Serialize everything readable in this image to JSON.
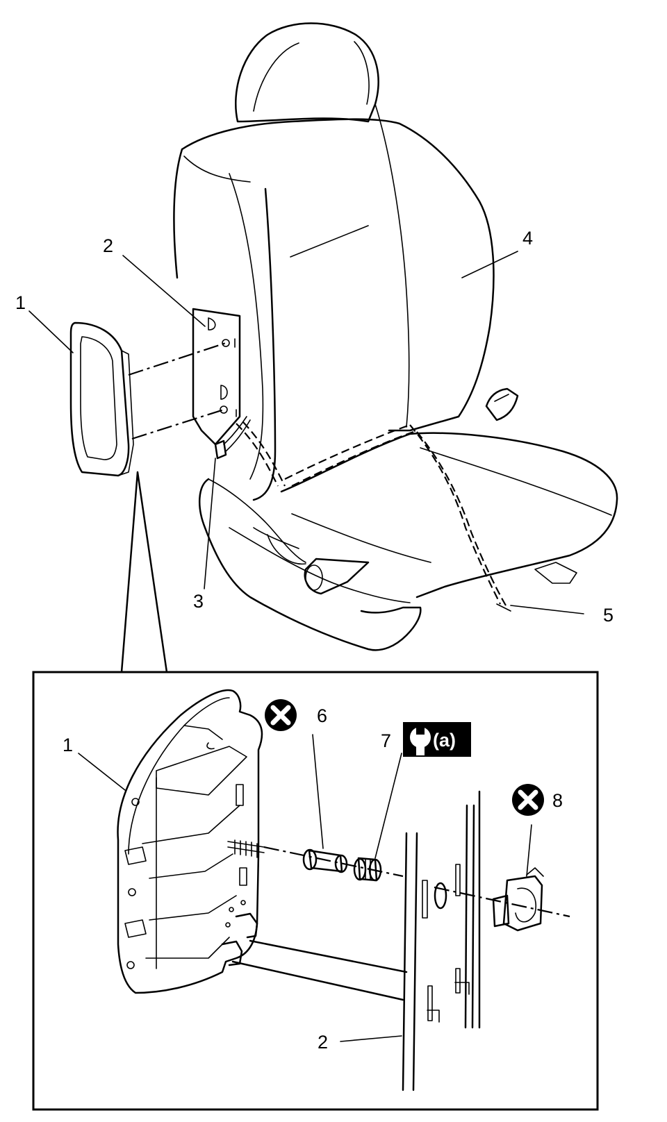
{
  "callouts": {
    "upper": {
      "c1": "1",
      "c2": "2",
      "c3": "3",
      "c4": "4",
      "c5": "5"
    },
    "detail": {
      "c1": "1",
      "c2": "2",
      "c6": "6",
      "c7": "7",
      "c8": "8"
    }
  },
  "badges": {
    "torque_ref": "(a)"
  },
  "icons": {
    "replace": "x-circle-icon",
    "torque": "wrench-icon"
  },
  "colors": {
    "line": "#000000",
    "background": "#ffffff"
  }
}
